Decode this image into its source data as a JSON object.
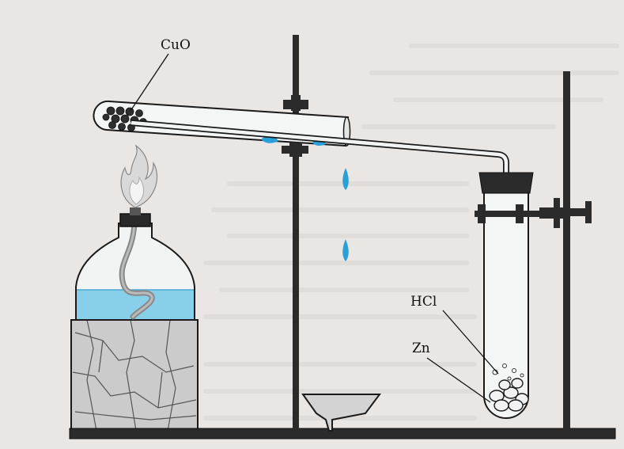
{
  "labels": {
    "cuo": "CuO",
    "hcl": "HCl",
    "zn": "Zn"
  },
  "colors": {
    "background": "#e9e6e4",
    "outline": "#1a1a1a",
    "glass": "#f2f3f3",
    "water": "#7ccbe8",
    "drop": "#2a9fd8",
    "stand_block": "#c9c9c9",
    "flame": "#e8e8e8"
  }
}
